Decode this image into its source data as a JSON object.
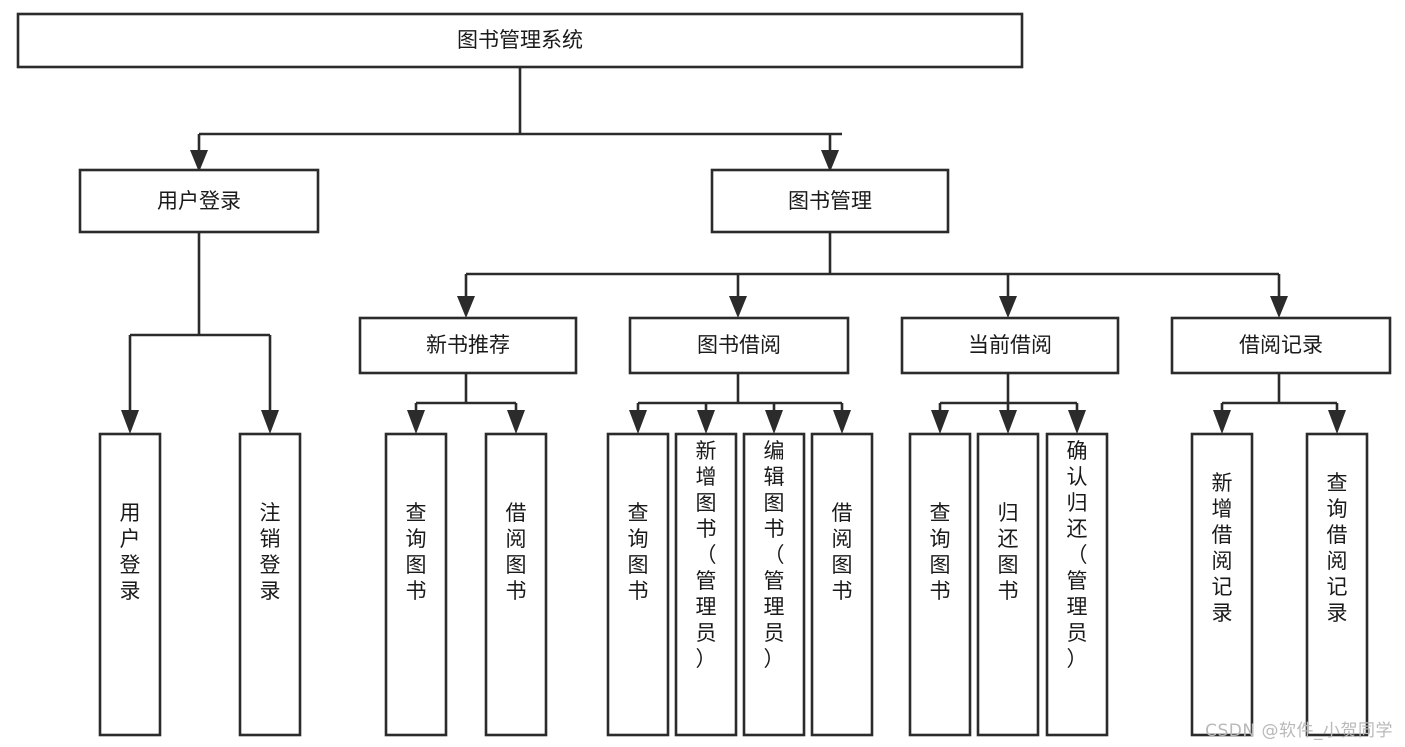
{
  "diagram": {
    "title": "图书管理系统",
    "type": "tree",
    "watermark": "CSDN @软件_小贺同学",
    "colors": {
      "stroke": "#2b2b2b",
      "fill": "#ffffff",
      "text": "#1a1a1a",
      "watermark": "#b9b9b9",
      "background": "#ffffff"
    },
    "levels": {
      "root": {
        "label": "图书管理系统"
      },
      "level2": [
        {
          "label": "用户登录"
        },
        {
          "label": "图书管理"
        }
      ],
      "level3": [
        {
          "label": "新书推荐"
        },
        {
          "label": "图书借阅"
        },
        {
          "label": "当前借阅"
        },
        {
          "label": "借阅记录"
        }
      ],
      "leaves": {
        "user_login": [
          {
            "label": "用户登录"
          },
          {
            "label": "注销登录"
          }
        ],
        "new_book_recommend": [
          {
            "label": "查询图书"
          },
          {
            "label": "借阅图书"
          }
        ],
        "book_borrow": [
          {
            "label": "查询图书"
          },
          {
            "label": "新增图书（管理员）"
          },
          {
            "label": "编辑图书（管理员）"
          },
          {
            "label": "借阅图书"
          }
        ],
        "current_borrow": [
          {
            "label": "查询图书"
          },
          {
            "label": "归还图书"
          },
          {
            "label": "确认归还（管理员）"
          }
        ],
        "borrow_record": [
          {
            "label": "新增借阅记录"
          },
          {
            "label": "查询借阅记录"
          }
        ]
      }
    }
  }
}
